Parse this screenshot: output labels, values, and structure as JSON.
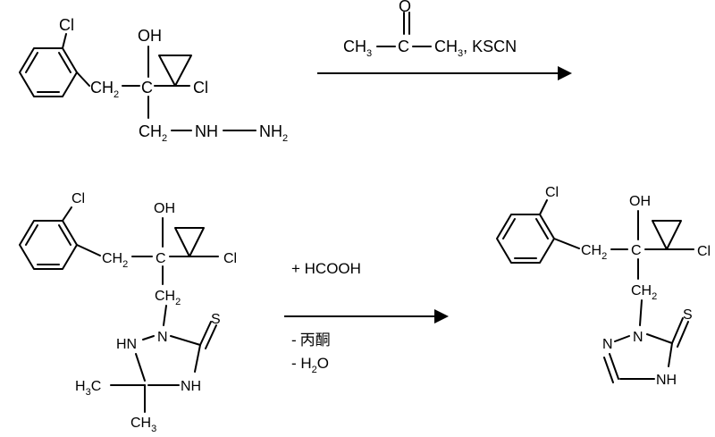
{
  "molecule_1": {
    "cl_aryl": "Cl",
    "oh": "OH",
    "ch2_a": "CH",
    "ch2_a_sub": "2",
    "c": "C",
    "cl_cyclo": "Cl",
    "ch2_b": "CH",
    "ch2_b_sub": "2",
    "nh": "NH",
    "nh2": "NH",
    "nh2_sub": "2"
  },
  "arrow_1": {
    "ketone_o": "O",
    "ch3_left": "CH",
    "ch3_left_sub": "3",
    "c_center": "C",
    "ch3_right": "CH",
    "ch3_right_sub": "3",
    "reagent_tail": ", KSCN"
  },
  "molecule_2": {
    "cl_aryl": "Cl",
    "oh": "OH",
    "ch2_a": "CH",
    "ch2_a_sub": "2",
    "c": "C",
    "cl_cyclo": "Cl",
    "ch2_b": "CH",
    "ch2_b_sub": "2",
    "n_ring": "N",
    "hn_ring": "HN",
    "s": "S",
    "nh_ring": "NH",
    "h3c": "H",
    "h3c_sub": "3",
    "h3c_c": "C",
    "ch3": "CH",
    "ch3_sub": "3"
  },
  "arrow_2": {
    "plus_reagent": "+ HCOOH",
    "minus_acetone_prefix": "-",
    "minus_acetone": "丙酮",
    "minus_water_prefix": "- H",
    "minus_water_sub": "2",
    "minus_water_tail": "O"
  },
  "molecule_3": {
    "cl_aryl": "Cl",
    "oh": "OH",
    "ch2_a": "CH",
    "ch2_a_sub": "2",
    "c": "C",
    "cl_cyclo": "Cl",
    "ch2_b": "CH",
    "ch2_b_sub": "2",
    "n_ring": "N",
    "n_ring2": "N",
    "s": "S",
    "nh_ring": "NH"
  }
}
